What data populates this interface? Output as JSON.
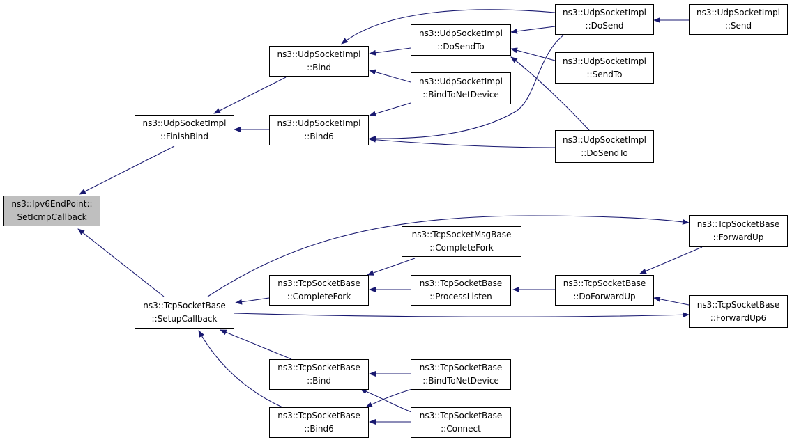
{
  "graph": {
    "edge_color": "#191970",
    "root_fill": "#bfbfbf",
    "nodes": {
      "root": {
        "l1": "ns3::Ipv6EndPoint::",
        "l2": "SetIcmpCallback"
      },
      "finishbind": {
        "l1": "ns3::UdpSocketImpl",
        "l2": "::FinishBind"
      },
      "setupcb": {
        "l1": "ns3::TcpSocketBase",
        "l2": "::SetupCallback"
      },
      "udpbind": {
        "l1": "ns3::UdpSocketImpl",
        "l2": "::Bind"
      },
      "udpbind6": {
        "l1": "ns3::UdpSocketImpl",
        "l2": "::Bind6"
      },
      "udpdosendto1": {
        "l1": "ns3::UdpSocketImpl",
        "l2": "::DoSendTo"
      },
      "udpbtnd": {
        "l1": "ns3::UdpSocketImpl",
        "l2": "::BindToNetDevice"
      },
      "udpdosend": {
        "l1": "ns3::UdpSocketImpl",
        "l2": "::DoSend"
      },
      "udpsendto": {
        "l1": "ns3::UdpSocketImpl",
        "l2": "::SendTo"
      },
      "udpdosendto2": {
        "l1": "ns3::UdpSocketImpl",
        "l2": "::DoSendTo"
      },
      "udpsend": {
        "l1": "ns3::UdpSocketImpl",
        "l2": "::Send"
      },
      "tcpcf": {
        "l1": "ns3::TcpSocketBase",
        "l2": "::CompleteFork"
      },
      "msgcf": {
        "l1": "ns3::TcpSocketMsgBase",
        "l2": "::CompleteFork"
      },
      "tcppl": {
        "l1": "ns3::TcpSocketBase",
        "l2": "::ProcessListen"
      },
      "tcpdfu": {
        "l1": "ns3::TcpSocketBase",
        "l2": "::DoForwardUp"
      },
      "tcpfu": {
        "l1": "ns3::TcpSocketBase",
        "l2": "::ForwardUp"
      },
      "tcpfu6": {
        "l1": "ns3::TcpSocketBase",
        "l2": "::ForwardUp6"
      },
      "tcpbind": {
        "l1": "ns3::TcpSocketBase",
        "l2": "::Bind"
      },
      "tcpbind6": {
        "l1": "ns3::TcpSocketBase",
        "l2": "::Bind6"
      },
      "tcpbtnd": {
        "l1": "ns3::TcpSocketBase",
        "l2": "::BindToNetDevice"
      },
      "tcpconnect": {
        "l1": "ns3::TcpSocketBase",
        "l2": "::Connect"
      }
    }
  }
}
